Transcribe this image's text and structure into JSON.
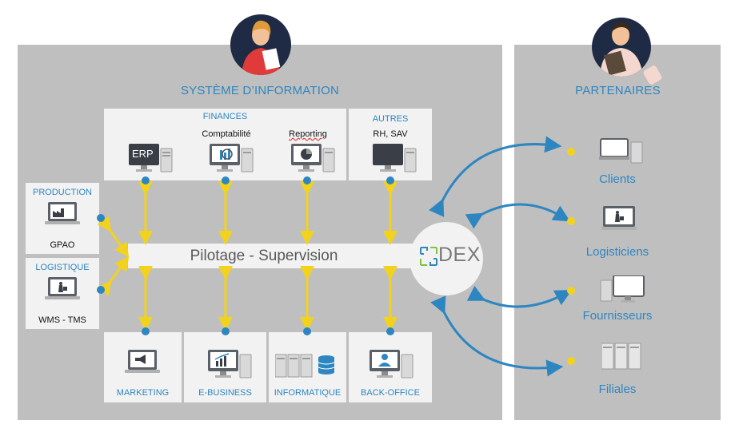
{
  "si_title": "SYSTÈME D’INFORMATION",
  "partners_title": "PARTENAIRES",
  "top_boxes": {
    "finances_label": "FINANCES",
    "erp_label": "ERP",
    "comptabilite_label": "Comptabilité",
    "reporting_label": "Reporting",
    "autres_label": "AUTRES",
    "rh_label": "RH, SAV"
  },
  "left_boxes": {
    "production_label": "PRODUCTION",
    "gpao_label": "GPAO",
    "logistique_label": "LOGISTIQUE",
    "wms_label": "WMS - TMS"
  },
  "bottom_boxes": {
    "marketing_label": "MARKETING",
    "ebusiness_label": "E-BUSINESS",
    "informatique_label": "INFORMATIQUE",
    "backoffice_label": "BACK-OFFICE"
  },
  "center": {
    "pilot_label": "Pilotage - Supervision",
    "dex_label": "DEX"
  },
  "partners": {
    "clients": "Clients",
    "logisticiens": "Logisticiens",
    "fournisseurs": "Fournisseurs",
    "filiales": "Filiales"
  },
  "colors": {
    "panel": "#bfbfbf",
    "box": "#f2f2f2",
    "accent_blue": "#2e86c1",
    "arrow_yellow": "#f3d21b",
    "dark": "#1f2a44"
  },
  "icons": [
    "erp-monitor-icon",
    "accounting-monitor-icon",
    "reporting-monitor-icon",
    "monitor-icon",
    "factory-monitor-icon",
    "warehouse-worker-monitor-icon",
    "megaphone-monitor-icon",
    "growth-chart-monitor-icon",
    "servers-database-icon",
    "user-profile-monitor-icon",
    "laptop-icon",
    "server-rack-icon",
    "dex-logo-icon",
    "woman-avatar-icon",
    "man-avatar-icon"
  ]
}
